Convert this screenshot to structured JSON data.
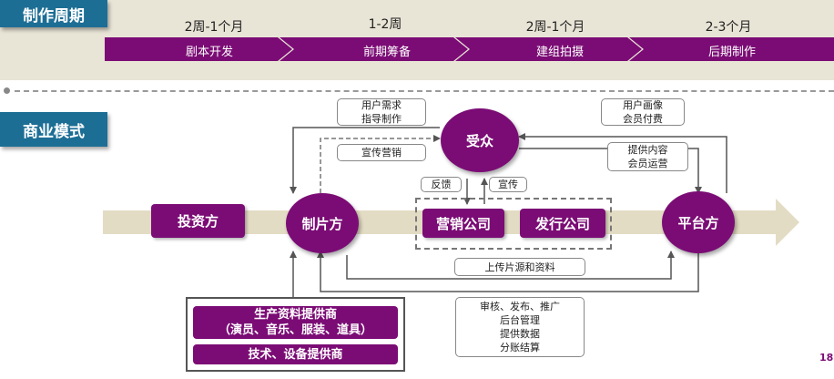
{
  "schedule": {
    "section_title": "制作周期",
    "durations": [
      "2周-1个月",
      "1-2周",
      "2周-1个月",
      "2-3个月"
    ],
    "phases": [
      "剧本开发",
      "前期筹备",
      "建组拍摄",
      "后期制作"
    ]
  },
  "business": {
    "section_title": "商业模式",
    "investor": "投资方",
    "producer": "制片方",
    "audience": "受众",
    "platform": "平台方",
    "marketing_company": "营销公司",
    "distribution_company": "发行公司",
    "labels": {
      "user_demand": [
        "用户需求",
        "指导制作"
      ],
      "promotion": "宣传营销",
      "user_profile": [
        "用户画像",
        "会员付费"
      ],
      "content_ops": [
        "提供内容",
        "会员运营"
      ],
      "feedback": "反馈",
      "publicity": "宣传",
      "upload": "上传片源和资料",
      "platform_services": [
        "审核、发布、推广",
        "后台管理",
        "提供数据",
        "分账结算"
      ]
    },
    "suppliers": {
      "production_materials": [
        "生产资料提供商",
        "（演员、音乐、服装、道具）"
      ],
      "tech_equipment": "技术、设备提供商"
    }
  },
  "colors": {
    "brand_purple": "#7b0c75",
    "tab_blue": "#1c6e95",
    "band_beige": "#e8e4d6",
    "arrow_tan": "#e3dcc4"
  },
  "page_number": "18"
}
